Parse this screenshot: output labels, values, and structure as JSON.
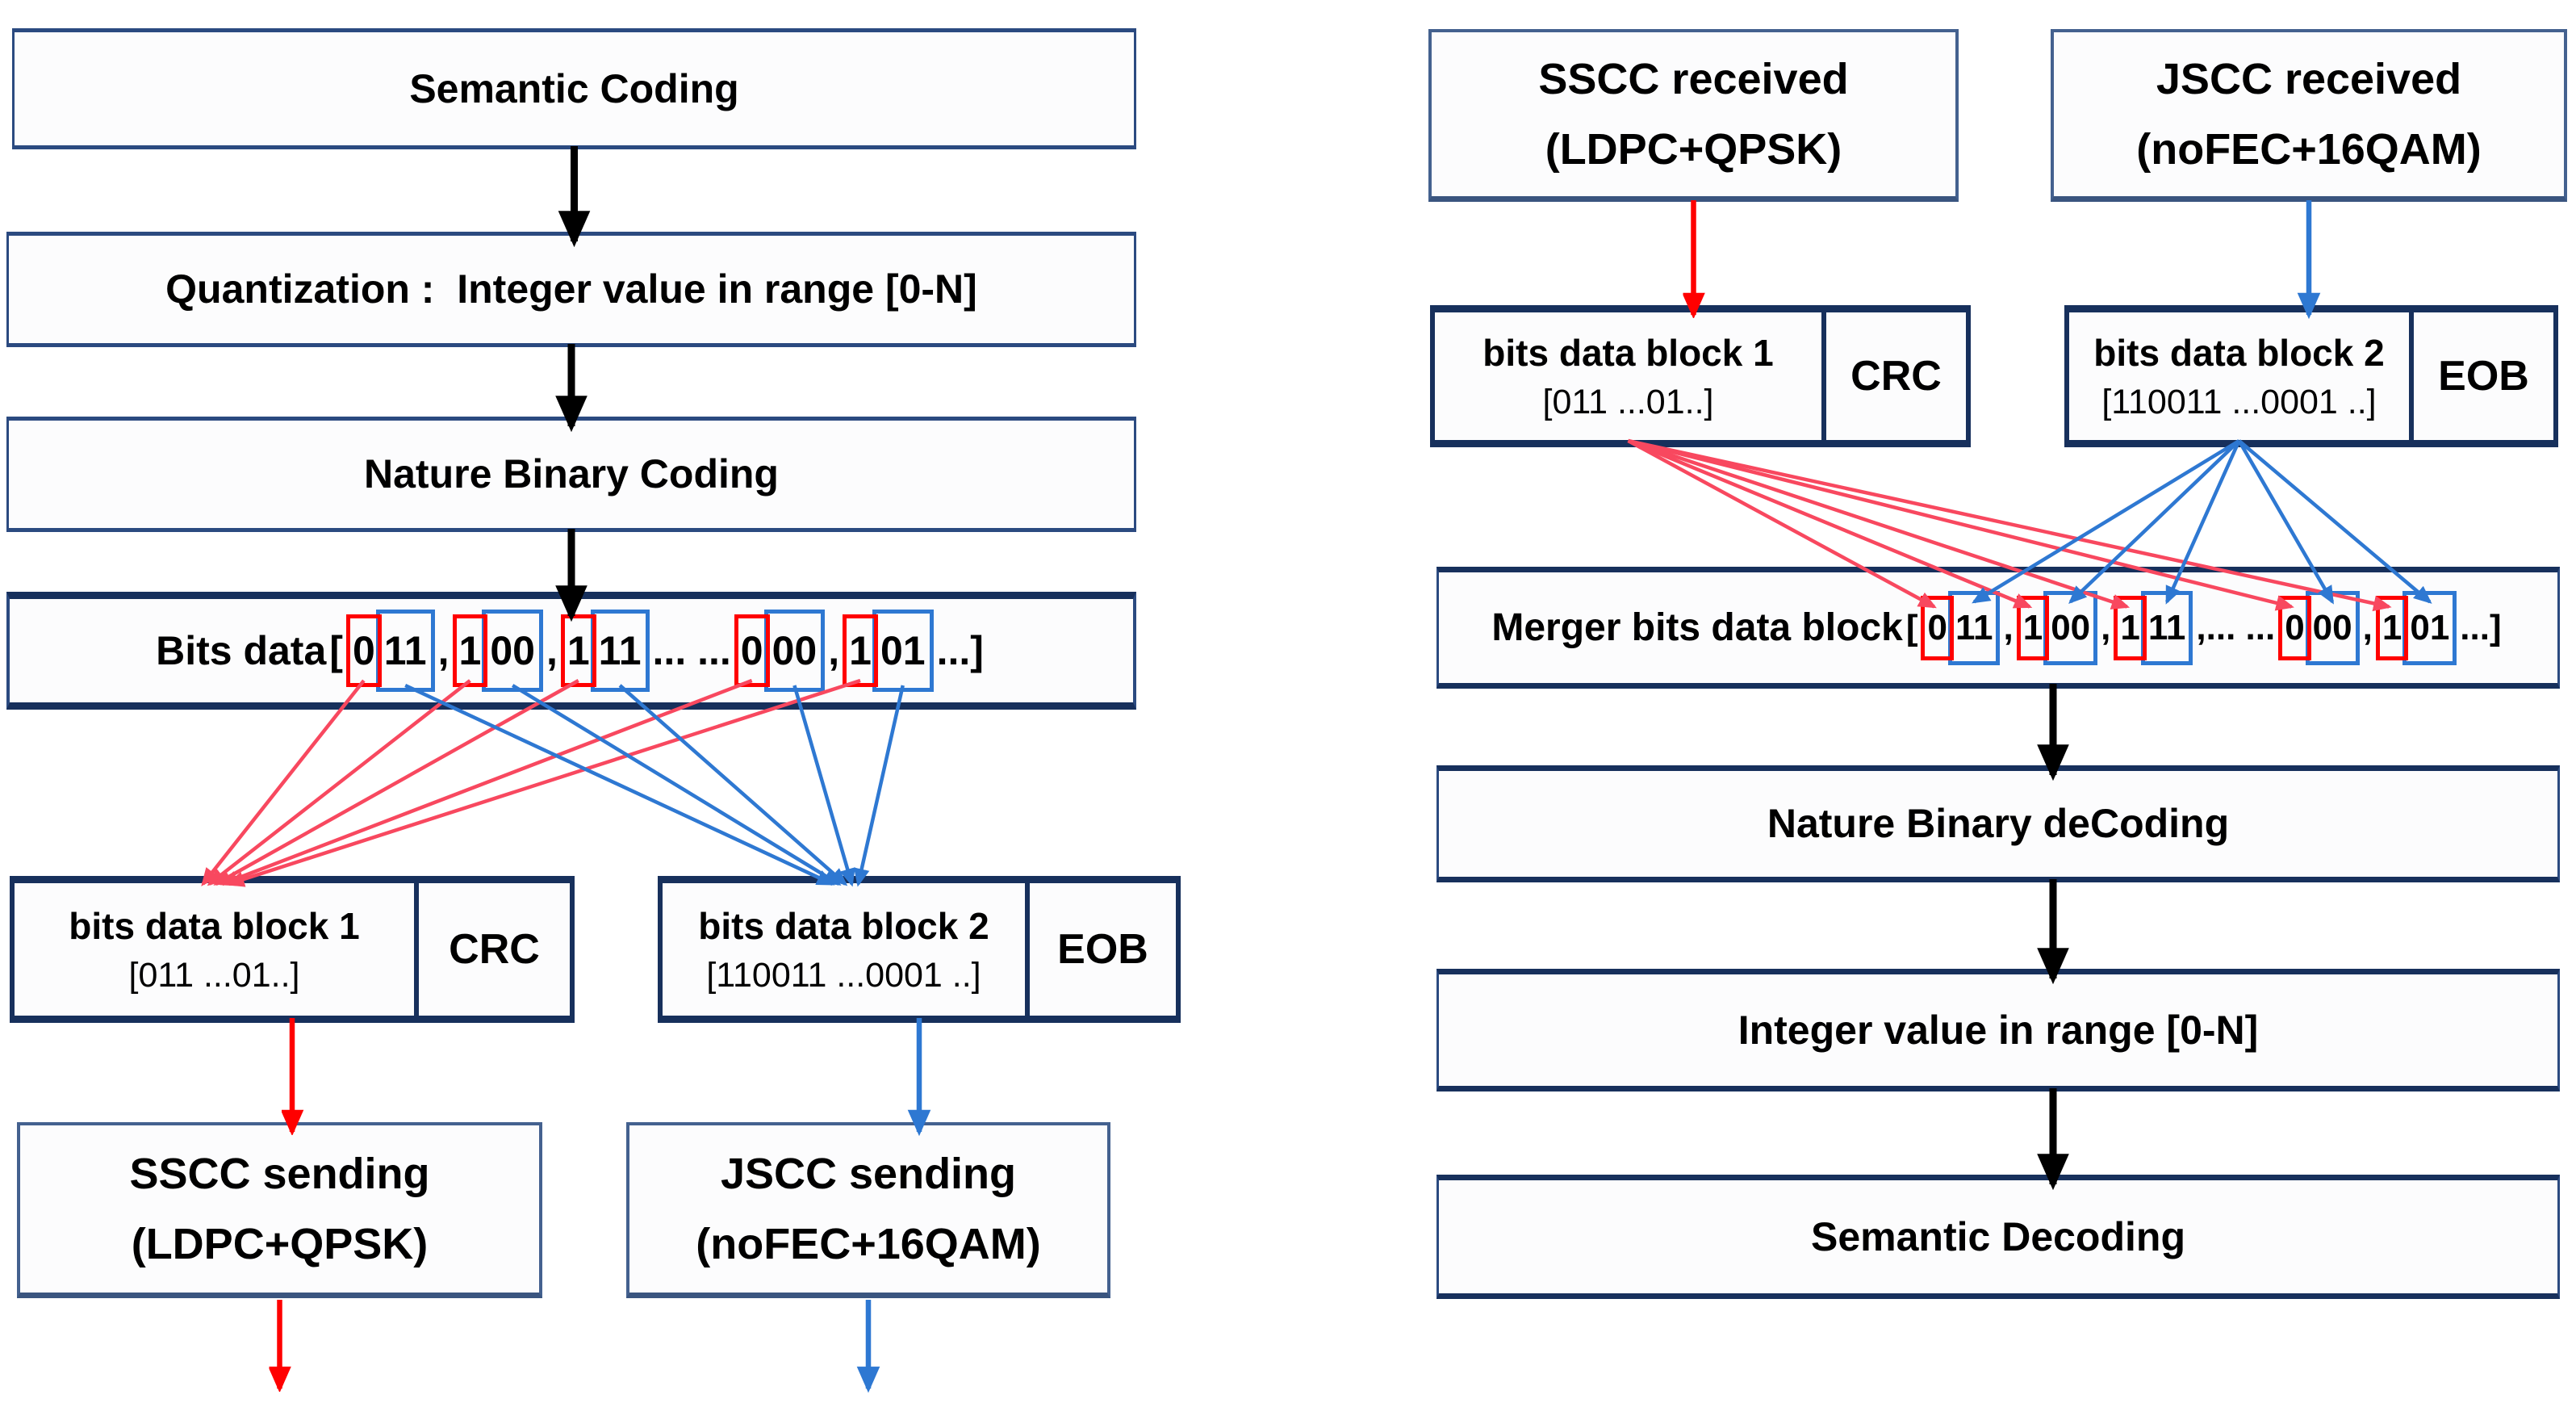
{
  "diagram": {
    "encoder": {
      "semantic_box": "Semantic Coding",
      "quantization_box": "Quantization :  Integer value in range [0-N]",
      "nbc_box": "Nature Binary Coding",
      "bits_line": {
        "label": "Bits data ",
        "open_bracket": "[",
        "groups": [
          {
            "msb": "0",
            "rest": "11",
            "sep": ", "
          },
          {
            "msb": "1",
            "rest": "00",
            "sep": ", "
          },
          {
            "msb": "1",
            "rest": "11",
            "sep": "... ..."
          },
          {
            "msb": "0",
            "rest": "00",
            "sep": ", "
          },
          {
            "msb": "1",
            "rest": "01",
            "sep": ""
          }
        ],
        "close_bracket": "...]"
      },
      "block1": {
        "title": "bits data block 1",
        "bits": "[011 ...01..]",
        "tag": "CRC"
      },
      "block2": {
        "title": "bits data block 2",
        "bits": "[110011 ...0001 ..]",
        "tag": "EOB"
      },
      "sscc_sending": {
        "line1": "SSCC sending",
        "line2": "(LDPC+QPSK)"
      },
      "jscc_sending": {
        "line1": "JSCC sending",
        "line2": "(noFEC+16QAM)"
      }
    },
    "decoder": {
      "sscc_received": {
        "line1": "SSCC received",
        "line2": "(LDPC+QPSK)"
      },
      "jscc_received": {
        "line1": "JSCC received",
        "line2": "(noFEC+16QAM)"
      },
      "block1": {
        "title": "bits data block 1",
        "bits": "[011 ...01..]",
        "tag": "CRC"
      },
      "block2": {
        "title": "bits data block 2",
        "bits": "[110011 ...0001 ..]",
        "tag": "EOB"
      },
      "merger_line": {
        "label": "Merger bits data block ",
        "open_bracket": "[",
        "groups": [
          {
            "msb": "0",
            "rest": "11",
            "sep": ", "
          },
          {
            "msb": "1",
            "rest": "00",
            "sep": ", "
          },
          {
            "msb": "1",
            "rest": "11",
            "sep": ",... ..."
          },
          {
            "msb": "0",
            "rest": "00",
            "sep": ", "
          },
          {
            "msb": "1",
            "rest": "01",
            "sep": ""
          }
        ],
        "close_bracket": "...]"
      },
      "nbd_box": "Nature Binary deCoding",
      "integer_box": "Integer value in range [0-N]",
      "semantic_decoding_box": "Semantic Decoding"
    },
    "colors": {
      "border_navy": "#17305c",
      "border_slate": "#44618f",
      "red_arrow": "#ff0000",
      "red_fan": "#f8485f",
      "blue_arrow": "#2e78d2",
      "black_arrow": "#000000",
      "bit_red_box": "#ff0000",
      "bit_blue_box": "#2e78d2"
    }
  }
}
